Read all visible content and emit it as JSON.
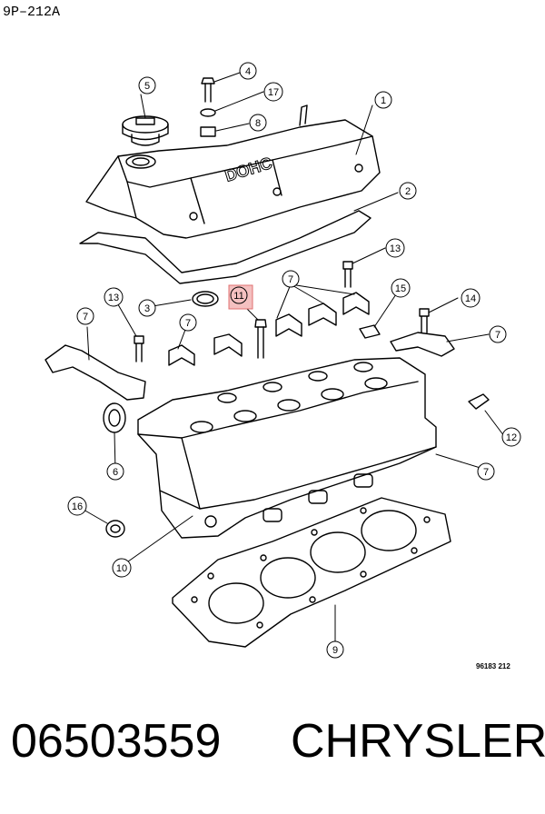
{
  "header": {
    "code": "9P–212A"
  },
  "diagram": {
    "reference": "96183 212",
    "highlighted_callout": "11",
    "callouts": [
      {
        "id": "c1",
        "label": "1"
      },
      {
        "id": "c2",
        "label": "2"
      },
      {
        "id": "c3",
        "label": "3"
      },
      {
        "id": "c4",
        "label": "4"
      },
      {
        "id": "c5",
        "label": "5"
      },
      {
        "id": "c6",
        "label": "6"
      },
      {
        "id": "c7a",
        "label": "7"
      },
      {
        "id": "c7b",
        "label": "7"
      },
      {
        "id": "c7c",
        "label": "7"
      },
      {
        "id": "c7d",
        "label": "7"
      },
      {
        "id": "c7e",
        "label": "7"
      },
      {
        "id": "c8",
        "label": "8"
      },
      {
        "id": "c9",
        "label": "9"
      },
      {
        "id": "c10",
        "label": "10"
      },
      {
        "id": "c11",
        "label": "11"
      },
      {
        "id": "c12",
        "label": "12"
      },
      {
        "id": "c13a",
        "label": "13"
      },
      {
        "id": "c13b",
        "label": "13"
      },
      {
        "id": "c14",
        "label": "14"
      },
      {
        "id": "c15",
        "label": "15"
      },
      {
        "id": "c16",
        "label": "16"
      },
      {
        "id": "c17",
        "label": "17"
      }
    ],
    "cover_text": "DOHC"
  },
  "footer": {
    "part_number": "06503559",
    "brand": "CHRYSLER"
  }
}
